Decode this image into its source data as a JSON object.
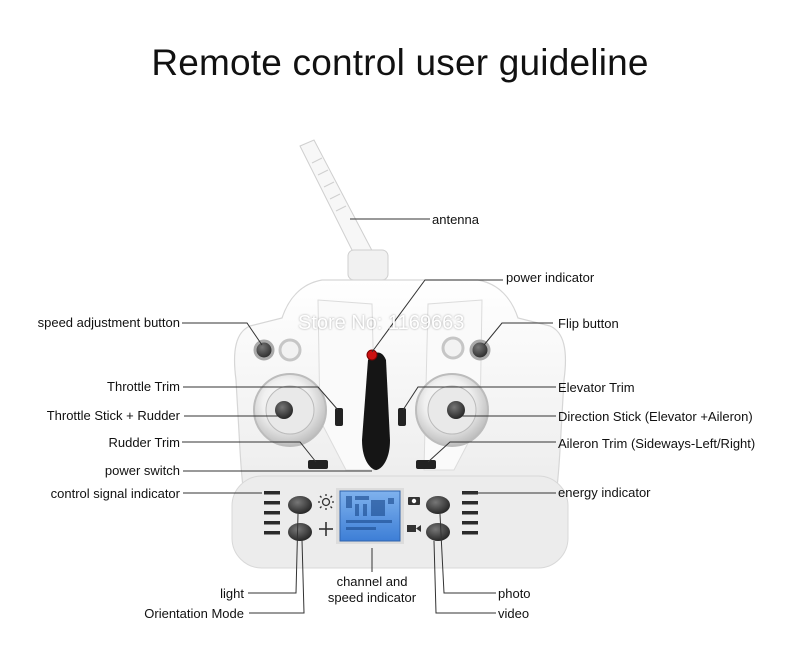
{
  "title": "Remote control user guideline",
  "watermark": "Store No: 1169663",
  "labels": {
    "antenna": "antenna",
    "power_indicator": "power indicator",
    "speed_adjustment_button": "speed adjustment button",
    "flip_button": "Flip button",
    "throttle_trim": "Throttle Trim",
    "elevator_trim": "Elevator Trim",
    "throttle_stick": "Throttle Stick + Rudder",
    "direction_stick": "Direction Stick (Elevator +Aileron)",
    "rudder_trim": "Rudder Trim",
    "aileron_trim": "Aileron Trim (Sideways-Left/Right)",
    "power_switch": "power switch",
    "control_signal_indicator": "control signal indicator",
    "energy_indicator": "energy indicator",
    "light": "light",
    "orientation_mode": "Orientation Mode",
    "channel_speed_line1": "channel and",
    "channel_speed_line2": "speed indicator",
    "photo": "photo",
    "video": "video"
  },
  "icons": {
    "light": "sun-icon",
    "orientation": "plus-icon",
    "photo": "camera-icon",
    "video": "video-camera-icon"
  },
  "colors": {
    "body": "#f4f4f4",
    "screen": "#4a8fe0",
    "power_led": "#cc1111",
    "leader": "#333333"
  }
}
